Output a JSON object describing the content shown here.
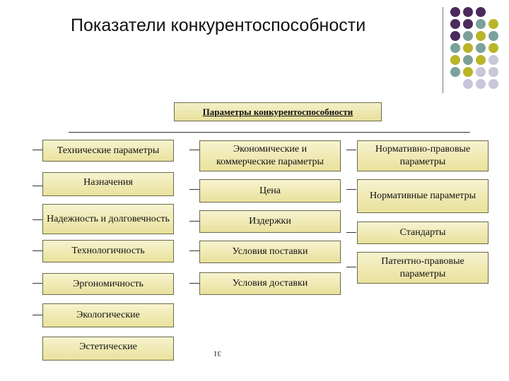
{
  "title": "Показатели конкурентоспособности",
  "header": "Параметры конкурентоспособности",
  "page_number": "31",
  "colors": {
    "purple": "#4b2a5c",
    "teal": "#7ba19a",
    "olive": "#b9b52a",
    "lavender": "#c9c6d9",
    "box_fill": "#ede6a8"
  },
  "columns": {
    "technical": [
      "Технические параметры",
      "Назначения",
      "Надежность и долговечность",
      "Технологичность",
      "Эргономичность",
      "Экологические",
      "Эстетические"
    ],
    "economic": [
      "Экономические и коммерческие параметры",
      "Цена",
      "Издержки",
      "Условия поставки",
      "Условия доставки"
    ],
    "normative": [
      "Нормативно-правовые параметры",
      "Нормативные параметры",
      "Стандарты",
      "Патентно-правовые параметры"
    ]
  }
}
